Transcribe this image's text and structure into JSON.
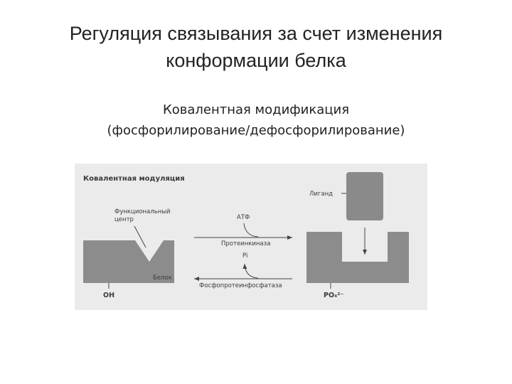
{
  "title_lines": [
    "Регуляция связывания за счет изменения",
    "конформации белка"
  ],
  "subtitle_lines": [
    "Ковалентная модификация",
    "(фосфорилирование/дефосфорилирование)"
  ],
  "figure": {
    "heading": "Ковалентная модуляция",
    "functional_center_lines": [
      "Функциональный",
      "центр"
    ],
    "protein_label": "Белок",
    "oh_label": "OH",
    "atp_label": "АТФ",
    "kinase_label": "Протеинкиназа",
    "pi_label": "Pi",
    "phosphatase_label": "Фосфопротеинфосфатаза",
    "ligand_label": "Лиганд",
    "po4_label": "PO₄²⁻",
    "colors": {
      "panel_bg": "#ebebeb",
      "protein_fill": "#8c8c8c",
      "ligand_fill": "#8a8a8a",
      "line": "#444444"
    }
  }
}
